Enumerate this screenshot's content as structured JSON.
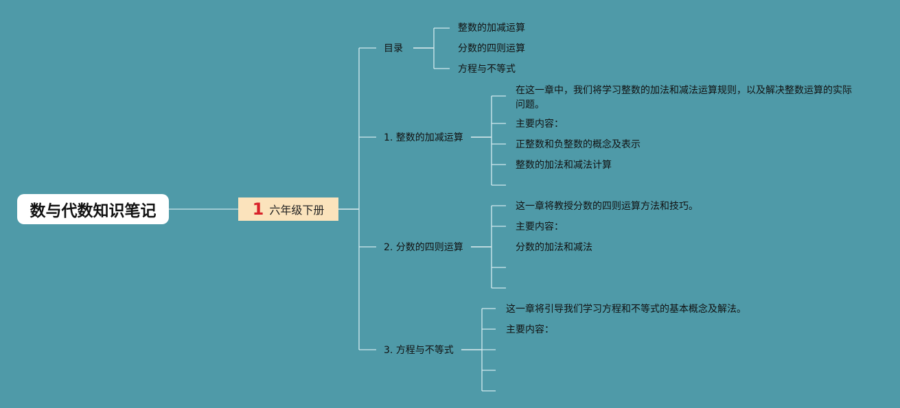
{
  "title": "数与代数知识笔记",
  "grade": {
    "number": "1",
    "label": "六年级下册"
  },
  "toc": {
    "label": "目录",
    "items": [
      "整数的加减运算",
      "分数的四则运算",
      "方程与不等式"
    ]
  },
  "chapters": [
    {
      "label": "1. 整数的加减运算",
      "items": [
        "在这一章中，我们将学习整数的加法和减法运算规则，以及解决整数运算的实际问题。",
        "主要内容：",
        "正整数和负整数的概念及表示",
        "整数的加法和减法计算",
        ""
      ]
    },
    {
      "label": "2. 分数的四则运算",
      "items": [
        "这一章将教授分数的四则运算方法和技巧。",
        "主要内容：",
        "分数的加法和减法",
        "",
        ""
      ]
    },
    {
      "label": "3. 方程与不等式",
      "items": [
        "这一章将引导我们学习方程和不等式的基本概念及解法。",
        "主要内容：",
        "",
        "",
        ""
      ]
    }
  ],
  "colors": {
    "background": "#4f9aa8",
    "line": "#ffffff",
    "gradeBox": "#fbe3bc",
    "gradeNumber": "#d8222a"
  }
}
